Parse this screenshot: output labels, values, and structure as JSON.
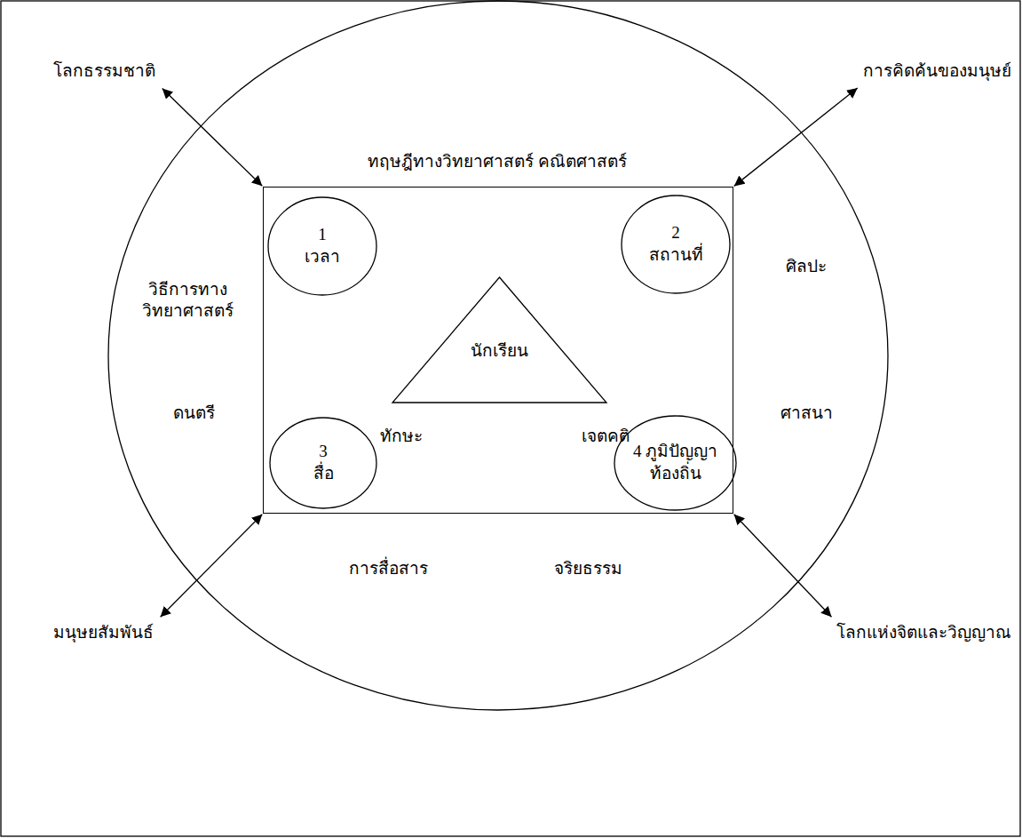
{
  "diagram": {
    "nodes": [
      {
        "text": [
          "โลกธรรมชาติ"
        ]
      },
      {
        "text": [
          "การคิดค้นของมนุษย์"
        ]
      },
      {
        "text": [
          "ทฤษฎีทางวิทยาศาสตร์ คณิตศาสตร์",
          "วิธีการทาง วิทยาศาสตร์",
          "ศิลปะ",
          "ดนตรี",
          "ศาสนา",
          "การสื่อสาร",
          "จริยธรรม"
        ]
      },
      {
        "text": [
          "ทักษะ",
          "เจตคติ"
        ],
        "in": 2
      },
      {
        "text": [
          "1",
          "เวลา"
        ],
        "in": 3
      },
      {
        "text": [
          "2",
          "สถานที่"
        ],
        "in": 3
      },
      {
        "text": [
          "นักเรียน"
        ],
        "in": 3
      },
      {
        "text": [
          "3",
          "สื่อ"
        ],
        "in": 3
      },
      {
        "text": [
          "4 ภูมิปัญญา ท้องถิ่น"
        ],
        "in": 3
      },
      {
        "text": [
          "มนุษยสัมพันธ์"
        ]
      },
      {
        "text": [
          "โลกแห่งจิตและวิญญาณ"
        ]
      }
    ],
    "edges": [
      {
        "from": 3,
        "to": 0,
        "arrow": "both"
      },
      {
        "from": 3,
        "to": 1,
        "arrow": "both"
      },
      {
        "from": 3,
        "to": 9,
        "arrow": "both"
      },
      {
        "from": 3,
        "to": 10,
        "arrow": "both"
      }
    ]
  }
}
